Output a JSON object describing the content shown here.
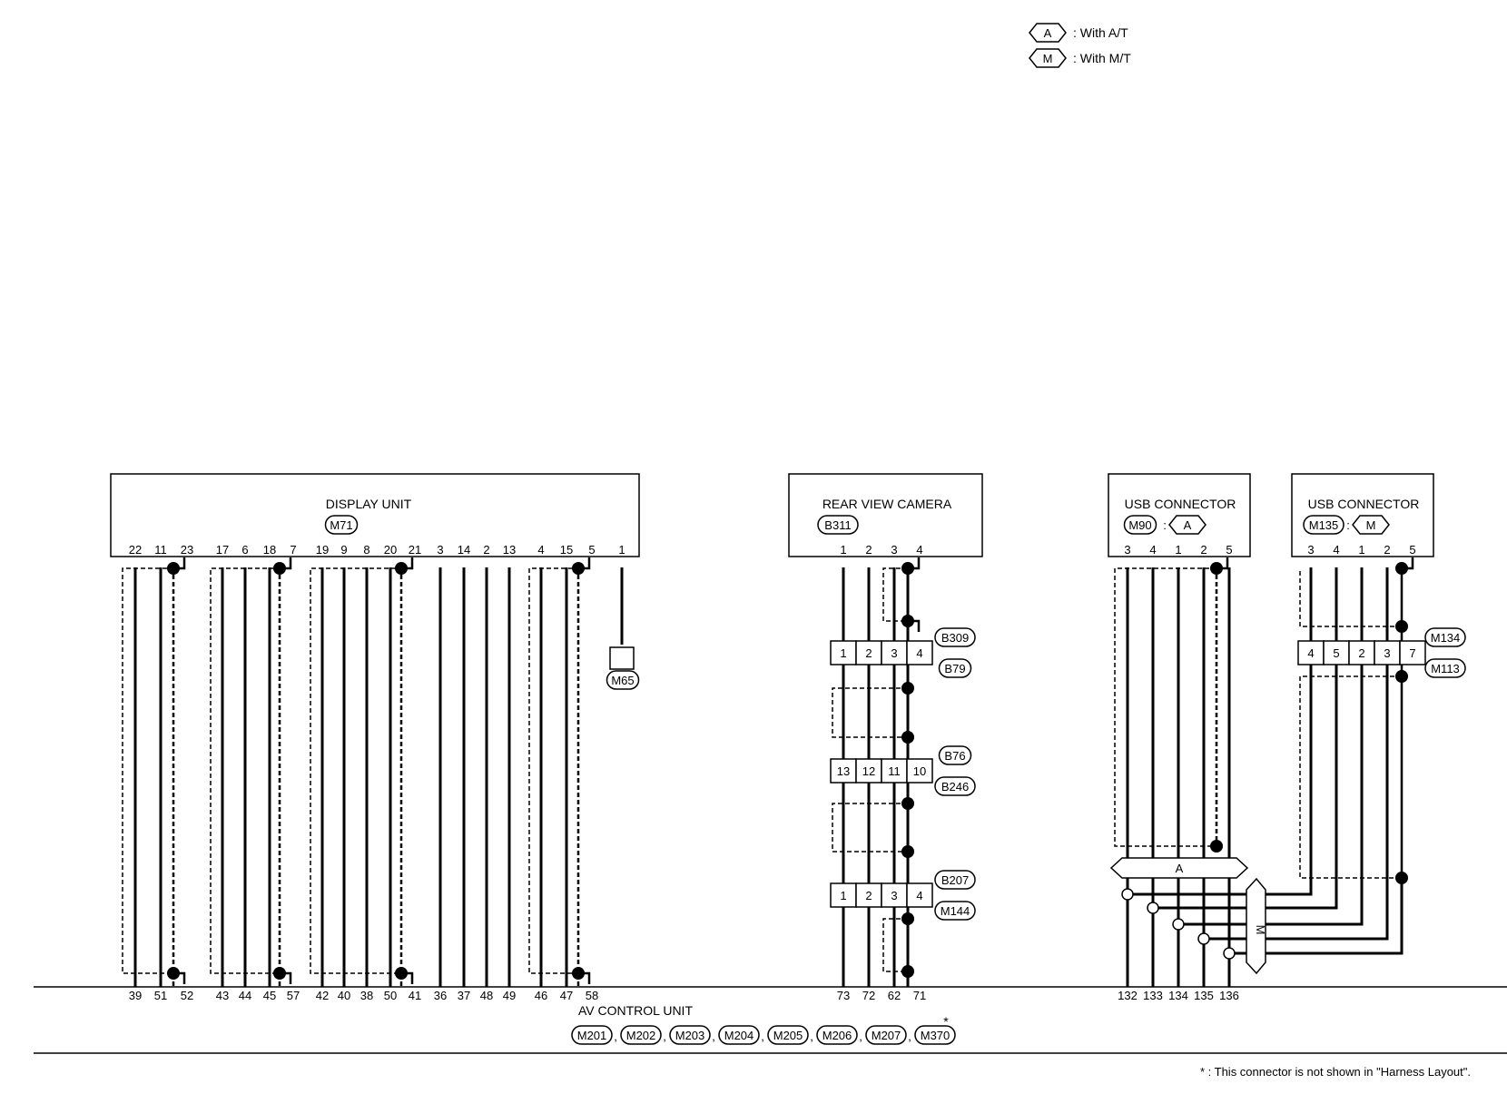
{
  "legend": [
    {
      "tag": "A",
      "text": ": With A/T"
    },
    {
      "tag": "M",
      "text": ": With M/T"
    }
  ],
  "display_unit": {
    "title": "DISPLAY UNIT",
    "connector": "M71",
    "pins": [
      "22",
      "11",
      "23",
      "17",
      "6",
      "18",
      "7",
      "19",
      "9",
      "8",
      "20",
      "21",
      "3",
      "14",
      "2",
      "13",
      "4",
      "15",
      "5",
      "1"
    ],
    "ground": "M65"
  },
  "rear_camera": {
    "title": "REAR VIEW CAMERA",
    "connector": "B311",
    "pins": [
      "1",
      "2",
      "3",
      "4"
    ],
    "joints": [
      {
        "upper": "B309",
        "lower": "B79",
        "cells": [
          "1",
          "2",
          "3",
          "4"
        ]
      },
      {
        "upper": "B76",
        "lower": "B246",
        "cells": [
          "13",
          "12",
          "11",
          "10"
        ]
      },
      {
        "upper": "B207",
        "lower": "M144",
        "cells": [
          "1",
          "2",
          "3",
          "4"
        ]
      }
    ]
  },
  "usb_a": {
    "title": "USB CONNECTOR",
    "connector": "M90",
    "variant": "A",
    "pins": [
      "3",
      "4",
      "1",
      "2",
      "5"
    ]
  },
  "usb_m": {
    "title": "USB CONNECTOR",
    "connector": "M135",
    "variant": "M",
    "pins": [
      "3",
      "4",
      "1",
      "2",
      "5"
    ],
    "joint": {
      "upper": "M134",
      "lower": "M113",
      "cells": [
        "4",
        "5",
        "2",
        "3",
        "7"
      ]
    }
  },
  "av_unit": {
    "title": "AV CONTROL UNIT",
    "pins": [
      "39",
      "51",
      "52",
      "43",
      "44",
      "45",
      "57",
      "42",
      "40",
      "38",
      "50",
      "41",
      "36",
      "37",
      "48",
      "49",
      "46",
      "47",
      "58",
      "73",
      "72",
      "62",
      "71",
      "132",
      "133",
      "134",
      "135",
      "136"
    ],
    "connectors": [
      "M201",
      "M202",
      "M203",
      "M204",
      "M205",
      "M206",
      "M207",
      "M370"
    ],
    "star": "*"
  },
  "footnote": "* : This connector is not shown in \"Harness Layout\"."
}
